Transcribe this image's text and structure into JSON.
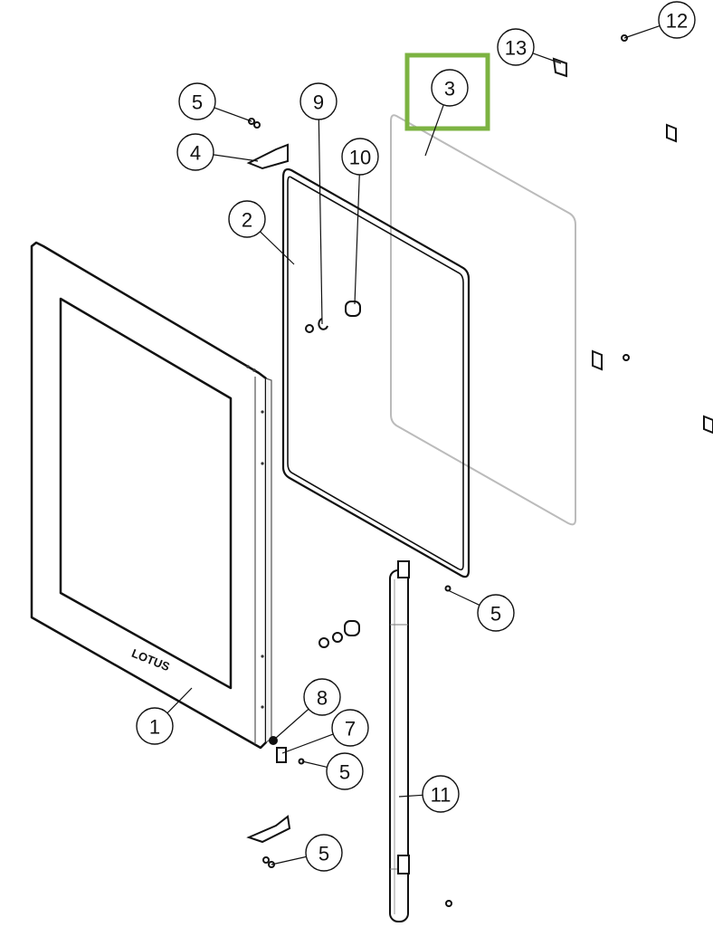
{
  "diagram": {
    "brand_logo_text": "LOTUS",
    "highlight_color": "#7cb342",
    "highlighted_callout": "3",
    "callouts": [
      "12",
      "13",
      "3",
      "5",
      "9",
      "4",
      "10",
      "2",
      "5",
      "8",
      "7",
      "1",
      "5",
      "11",
      "5"
    ]
  }
}
